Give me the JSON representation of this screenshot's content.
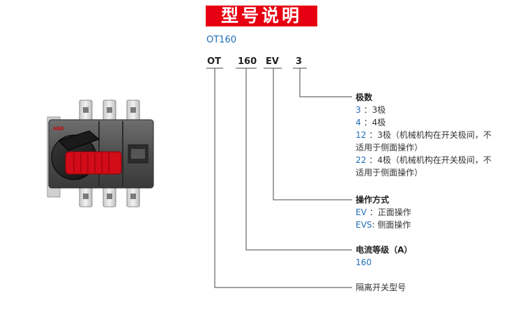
{
  "header": {
    "title": "型号说明",
    "model": "OT160",
    "colors": {
      "title_bg": "#e60012",
      "accent_blue": "#1f6cb7",
      "line": "#444444"
    }
  },
  "code": {
    "segments": [
      {
        "text": "OT"
      },
      {
        "text": "160"
      },
      {
        "text": "EV"
      },
      {
        "text": "3"
      }
    ]
  },
  "poles": {
    "heading": "极数",
    "options": [
      {
        "code": "3",
        "sep": "：",
        "desc": "3极"
      },
      {
        "code": "4",
        "sep": "：",
        "desc": "4极"
      },
      {
        "code": "12",
        "sep": "：",
        "desc": "3极（机械机构在开关极间，不",
        "desc2": "适用于侧面操作）"
      },
      {
        "code": "22",
        "sep": "：",
        "desc": "4极（机械机构在开关极间，不",
        "desc2": "适用于侧面操作）"
      }
    ]
  },
  "operation": {
    "heading": "操作方式",
    "options": [
      {
        "code": "EV",
        "sep": "：",
        "desc": "正面操作"
      },
      {
        "code": "EVS",
        "sep": ":",
        "desc": "侧面操作"
      }
    ]
  },
  "current": {
    "heading": "电流等级（A）",
    "value": "160"
  },
  "switch_type": {
    "heading": "隔离开关型号"
  },
  "product_image": {
    "icon": "abb-isolator-switch-illustration",
    "logo_text": "ABB"
  }
}
